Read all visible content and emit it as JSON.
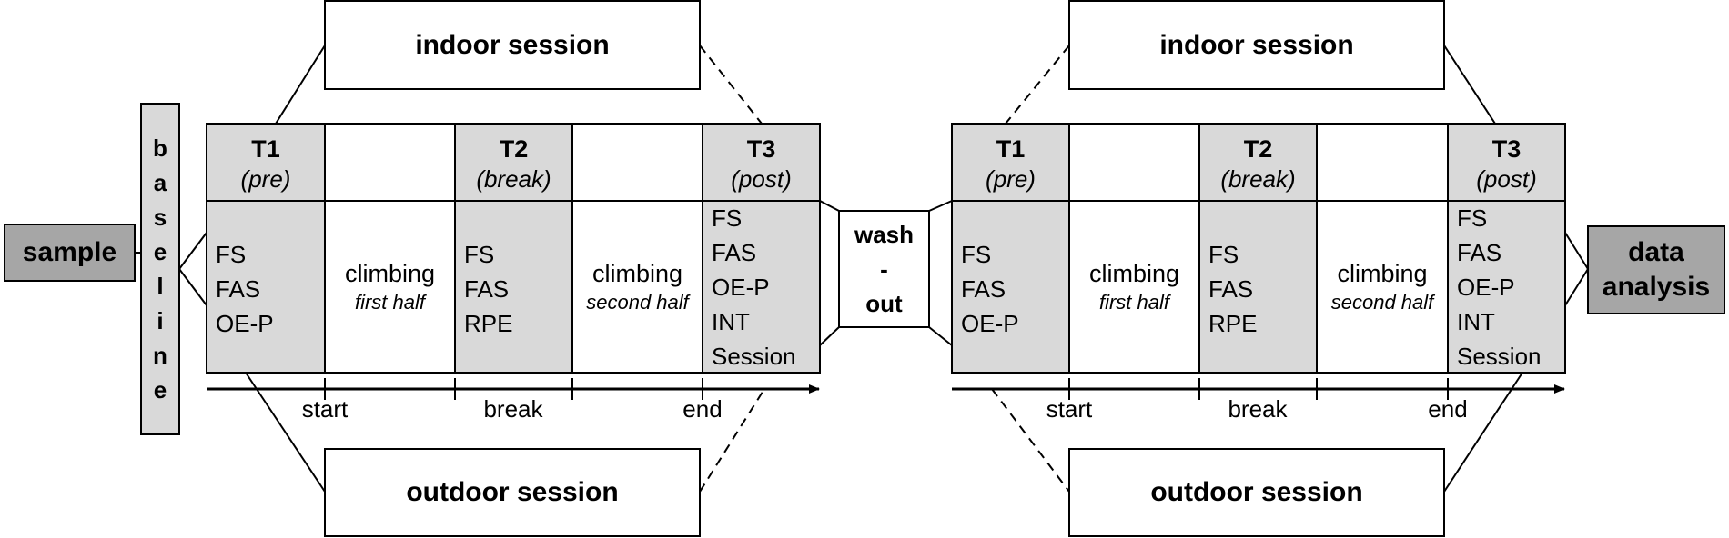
{
  "sample": "sample",
  "baseline_letters": [
    "b",
    "a",
    "s",
    "e",
    "l",
    "i",
    "n",
    "e"
  ],
  "washout": [
    "wash",
    "-",
    "out"
  ],
  "data_analysis": [
    "data",
    "analysis"
  ],
  "sessions": {
    "indoor": "indoor session",
    "outdoor": "outdoor session"
  },
  "timepoints": [
    {
      "title": "T1",
      "sub": "(pre)"
    },
    {
      "title": "T2",
      "sub": "(break)"
    },
    {
      "title": "T3",
      "sub": "(post)"
    }
  ],
  "measures": {
    "t1": [
      "FS",
      "FAS",
      "OE-P"
    ],
    "t2": [
      "FS",
      "FAS",
      "RPE"
    ],
    "t3": [
      "FS",
      "FAS",
      "OE-P",
      "INT",
      "Session"
    ]
  },
  "climbing": {
    "label": "climbing",
    "first": "first half",
    "second": "second half"
  },
  "axis_labels": [
    "start",
    "break",
    "end"
  ],
  "colors": {
    "box_fill": "#d9d9d9",
    "dark_fill": "#a6a6a6",
    "stroke": "#000000",
    "white": "#ffffff"
  }
}
